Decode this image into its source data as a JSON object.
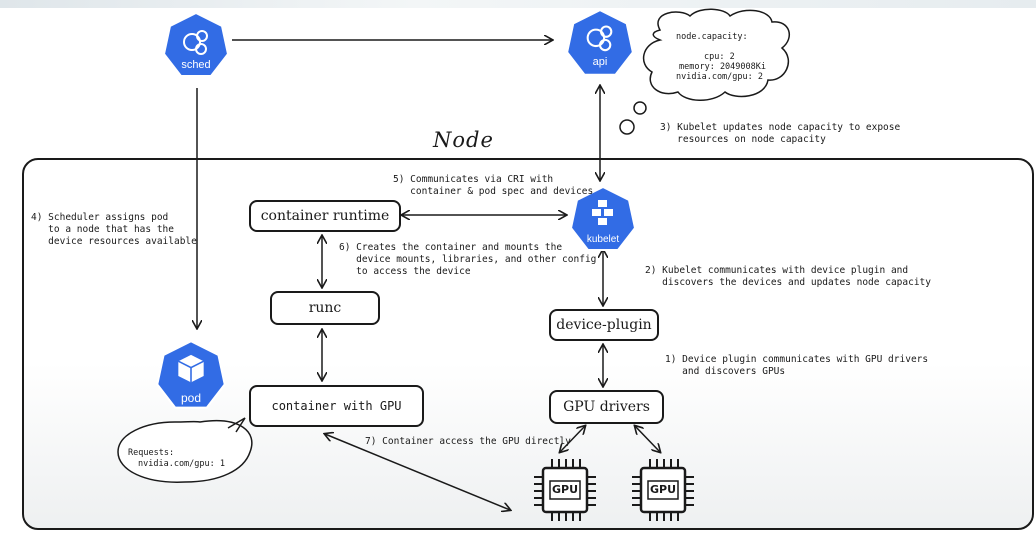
{
  "title": "Node",
  "icons": {
    "sched": "sched",
    "api": "api",
    "kubelet": "kubelet",
    "pod": "pod"
  },
  "boxes": {
    "container_runtime": "container runtime",
    "runc": "runc",
    "container_with_gpu": "container with GPU",
    "device_plugin": "device-plugin",
    "gpu_drivers": "GPU drivers",
    "gpu_chip": "GPU"
  },
  "node_capacity_bubble": {
    "heading": "node.capacity:",
    "line1": "cpu: 2",
    "line2": "memory: 2049008Ki",
    "line3": "nvidia.com/gpu: 2"
  },
  "requests_bubble": {
    "heading": "Requests:",
    "line1": "nvidia.com/gpu: 1"
  },
  "steps": {
    "step1": "1) Device plugin communicates with GPU drivers\n   and discovers GPUs",
    "step2": "2) Kubelet communicates with device plugin and\n   discovers the devices and updates node capacity",
    "step3": "3) Kubelet updates node capacity to expose\n   resources on node capacity",
    "step4": "4) Scheduler assigns pod\n   to a node that has the\n   device resources available",
    "step5": "5) Communicates via CRI with\n   container & pod spec and devices",
    "step6": "6) Creates the container and mounts the\n   device mounts, libraries, and other config\n   to access the device",
    "step7": "7) Container access the GPU directly"
  },
  "colors": {
    "k8s_blue": "#326ce5",
    "ink": "#1a1a1a"
  }
}
